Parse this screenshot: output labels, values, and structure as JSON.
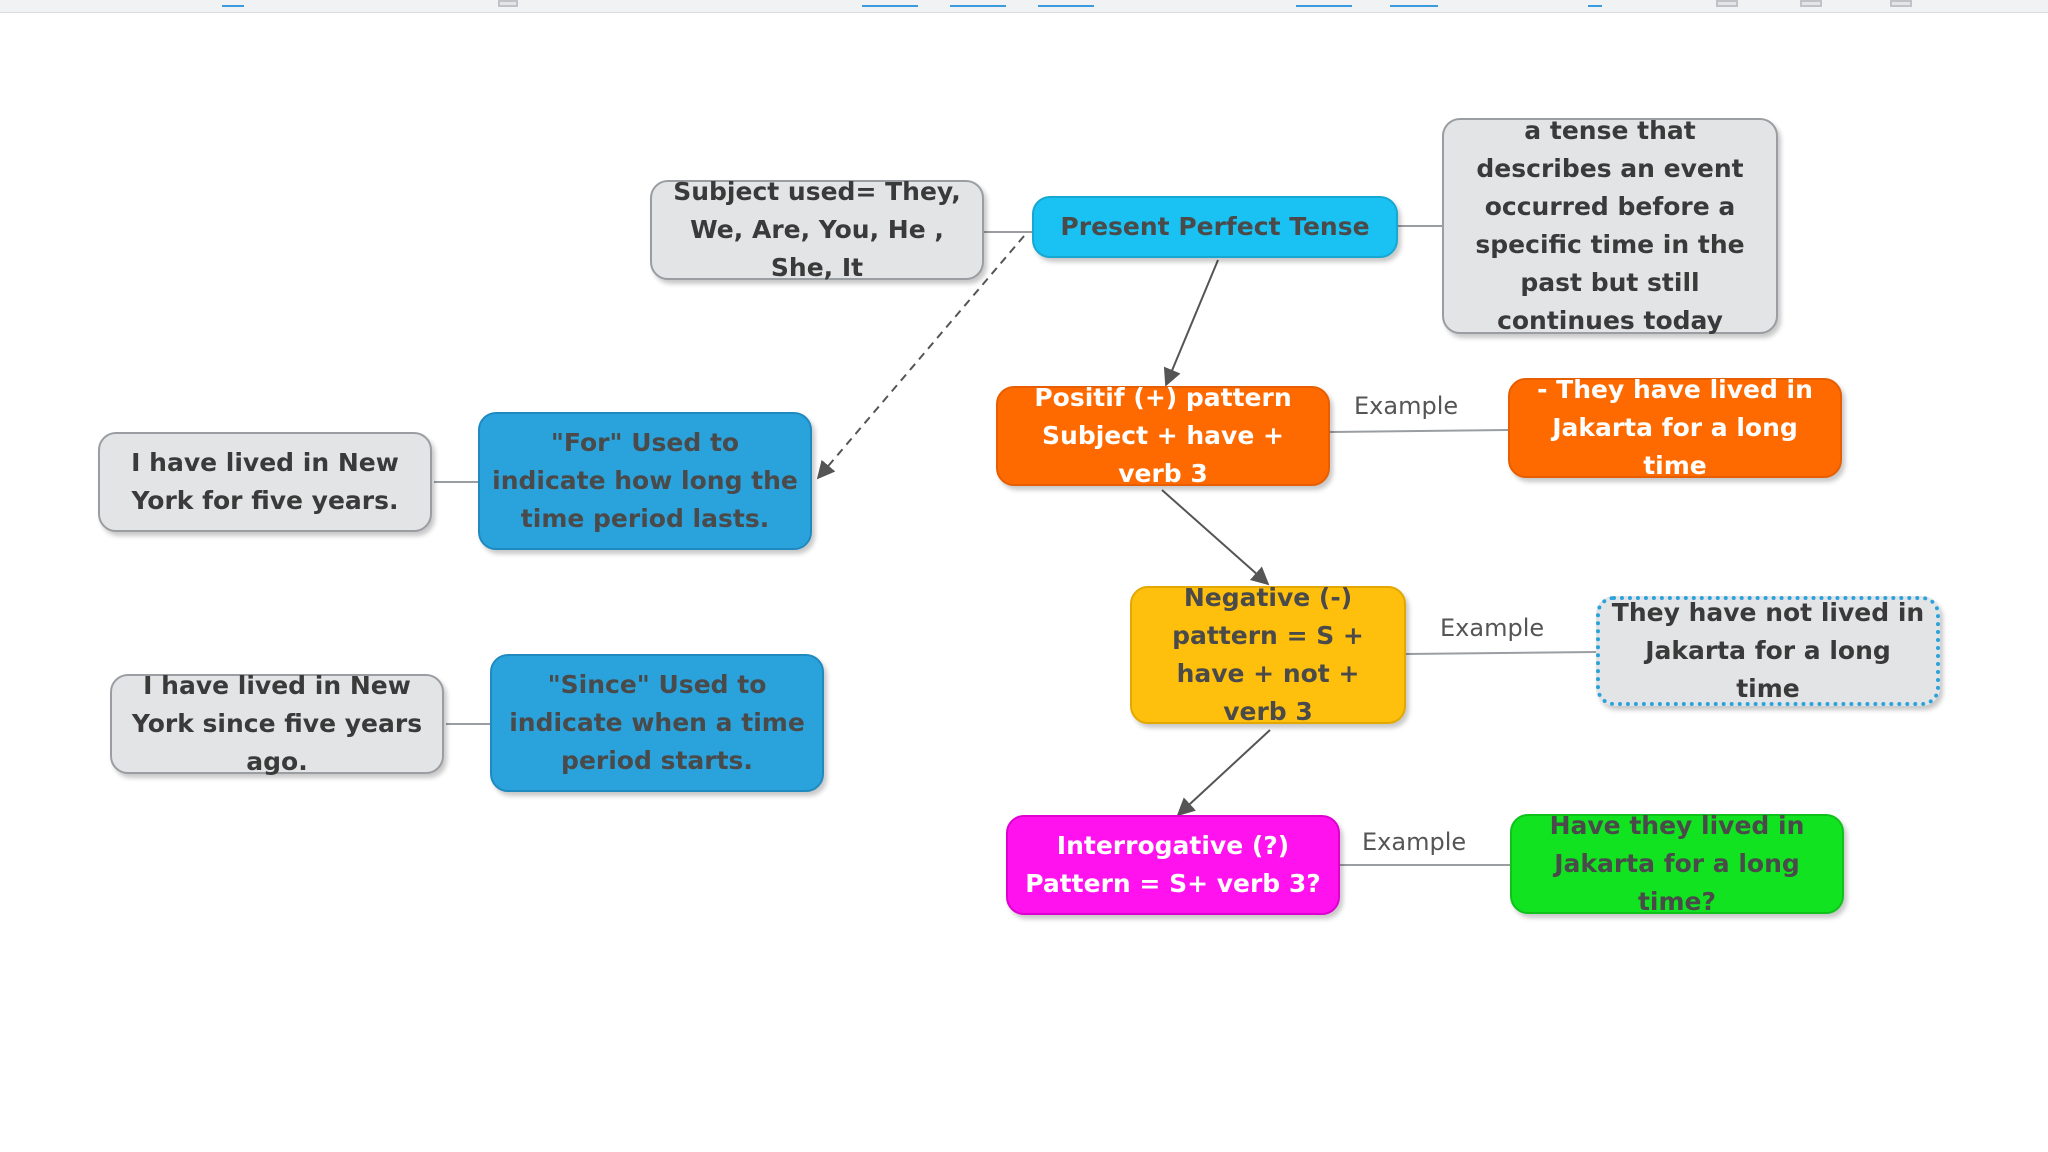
{
  "diagram": {
    "central": {
      "text": "Present Perfect Tense"
    },
    "definition": {
      "text": "a tense that describes an event occurred before a specific time in the past but still continues today"
    },
    "subjects": {
      "text": "Subject used= They, We, Are, You, He , She, It"
    },
    "for_usage": {
      "text": "\"For\" Used to indicate how long the time period lasts."
    },
    "for_example": {
      "text": "I have lived in New York for five years."
    },
    "since_usage": {
      "text": "\"Since\" Used to indicate when a time period starts."
    },
    "since_example": {
      "text": "I have lived in New York since five years ago."
    },
    "positive": {
      "text": "Positif (+) pattern Subject + have + verb 3"
    },
    "positive_example": {
      "text": "- They have lived in Jakarta for a long time"
    },
    "negative": {
      "text": "Negative (-) pattern = S + have + not + verb 3"
    },
    "negative_example": {
      "text": "They have not lived in Jakarta for a long time"
    },
    "interrogative": {
      "text": "Interrogative (?) Pattern = S+ verb 3?"
    },
    "interrogative_example": {
      "text": "Have they lived in Jakarta for a long time?"
    },
    "link_labels": {
      "positive_example": "Example",
      "negative_example": "Example",
      "interrogative_example": "Example"
    }
  }
}
